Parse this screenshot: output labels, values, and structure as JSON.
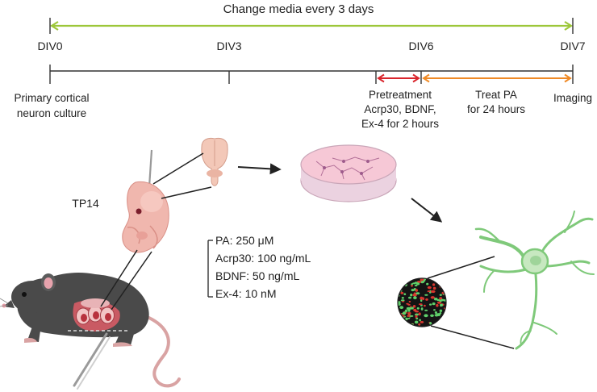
{
  "timeline": {
    "header": "Change media every 3 days",
    "div_labels": [
      "DIV0",
      "DIV3",
      "DIV6",
      "DIV7"
    ],
    "steps": {
      "primary_culture": [
        "Primary cortical",
        "neuron culture"
      ],
      "pretreatment": [
        "Pretreatment",
        "Acrp30, BDNF,",
        "Ex-4 for 2 hours"
      ],
      "treat_pa": [
        "Treat PA",
        "for 24 hours"
      ],
      "imaging": "Imaging"
    }
  },
  "embryo_label": "TP14",
  "treatments": [
    "PA: 250 μM",
    "Acrp30: 100 ng/mL",
    "BDNF: 50 ng/mL",
    "Ex-4: 10 nM"
  ],
  "colors": {
    "header_line": "#9dc73a",
    "pretreatment_arrow": "#d9252c",
    "treat_arrow": "#f08a25",
    "timeline": "#333333",
    "neuron": "#7fc97a",
    "mouse": "#4a4a4a",
    "embryo": "#f0b7ae",
    "dish": "#f6c8d6"
  },
  "icons": [
    "mouse-icon",
    "embryo-icon",
    "brain-icon",
    "petri-dish-icon",
    "neuron-icon",
    "fluorescence-micrograph-icon"
  ]
}
